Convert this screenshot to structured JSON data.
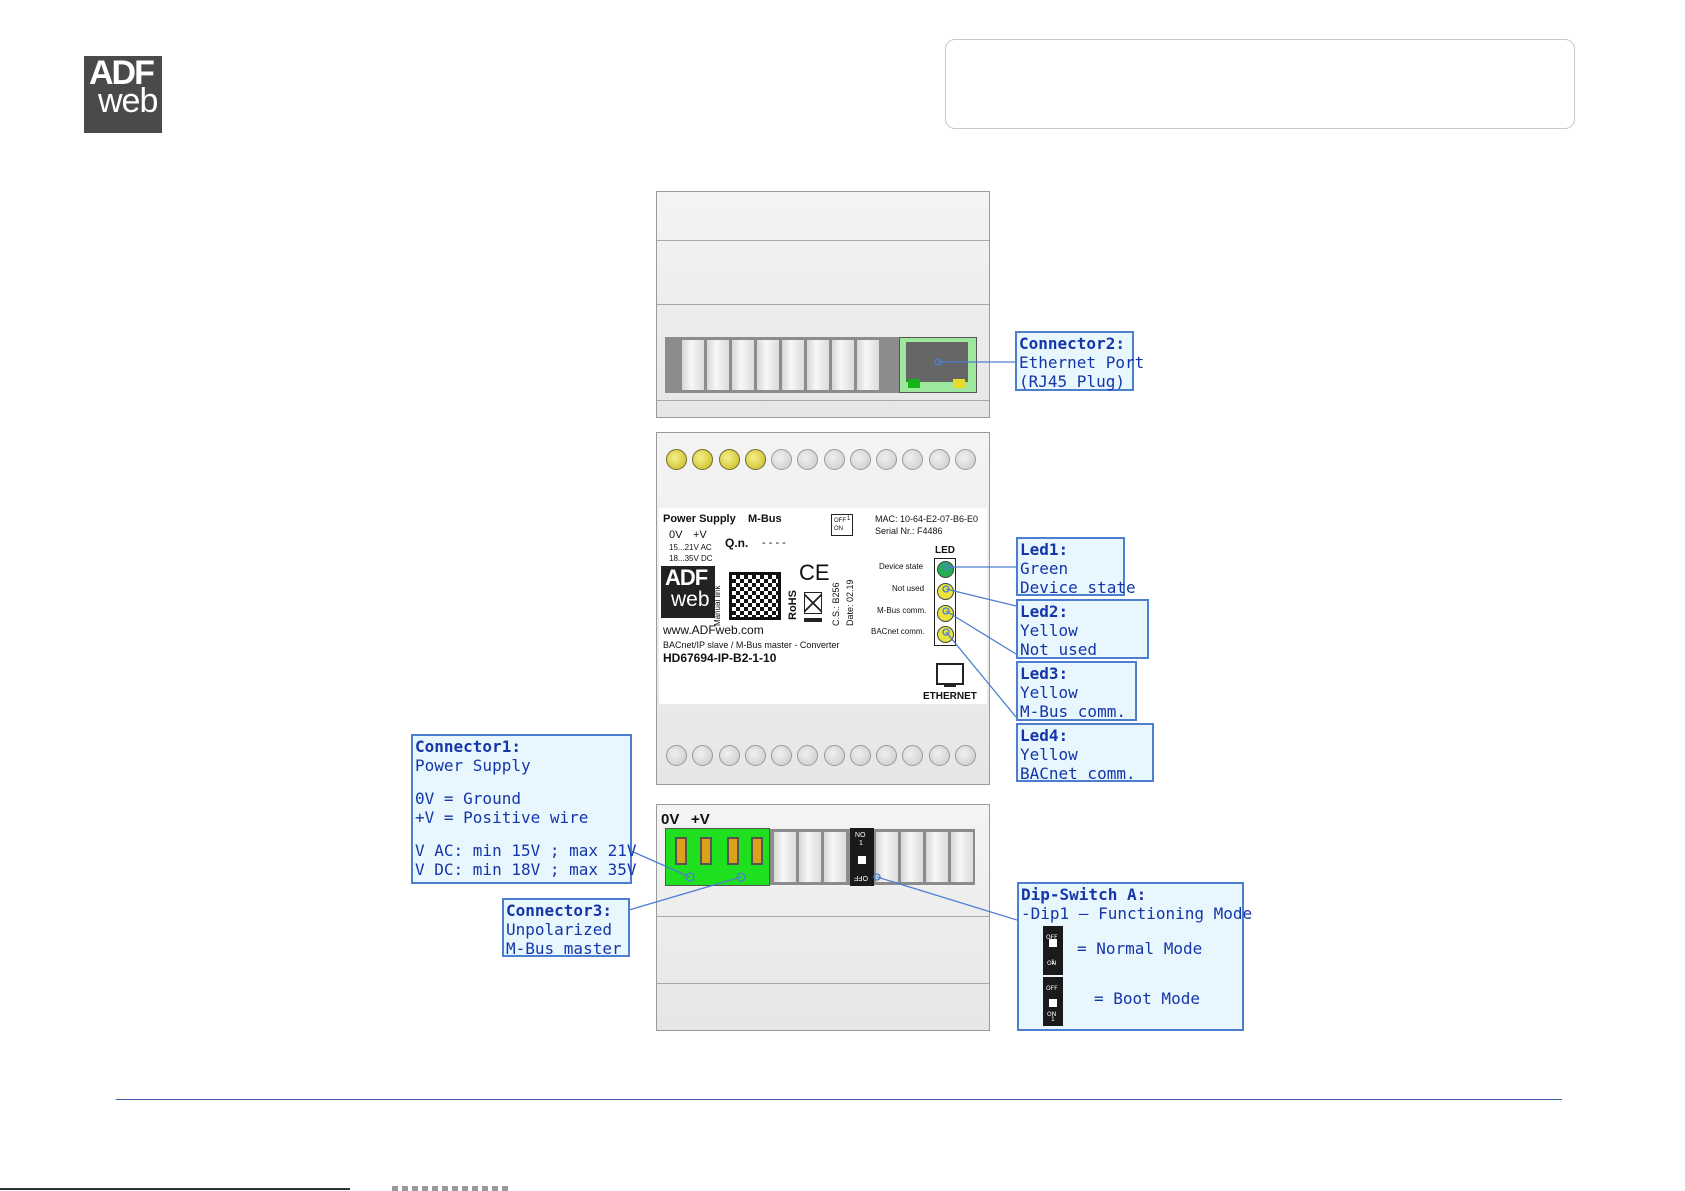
{
  "logo": {
    "line1": "ADF",
    "line2": "web"
  },
  "device_label": {
    "power_supply": "Power Supply",
    "mbus": "M-Bus",
    "zero_v": "0V",
    "plus_v": "+V",
    "ac_range": "15...21V AC",
    "dc_range": "18...35V DC",
    "qn": "Q.n.",
    "qn_value": "- - - -",
    "dip_off": "OFF",
    "dip_one": "1",
    "dip_on": "ON",
    "mac": "MAC: 10-64-E2-07-B6-E0",
    "serial": "Serial Nr.: F4486",
    "led_header": "LED",
    "led_rows": [
      "Device state",
      "Not used",
      "M-Bus comm.",
      "BACnet comm."
    ],
    "manual_link": "Manual link",
    "ce": "CE",
    "rohs": "RoHS",
    "cs": "C.S.: B256",
    "date": "Date: 02.19",
    "website": "www.ADFweb.com",
    "description": "BACnet/IP slave / M-Bus master - Converter",
    "part_number": "HD67694-IP-B2-1-10",
    "ethernet": "ETHERNET"
  },
  "terminal_labels": {
    "zero_v": "0V",
    "plus_v": "+V"
  },
  "main_dip": {
    "on": "ON",
    "one": "1",
    "off": "OFF"
  },
  "callouts": {
    "connector2": {
      "title": "Connector2:",
      "lines": [
        "Ethernet Port",
        "(RJ45 Plug)"
      ]
    },
    "led1": {
      "title": "Led1:",
      "lines": [
        "Green",
        "Device state"
      ]
    },
    "led2": {
      "title": "Led2:",
      "lines": [
        "Yellow",
        "Not used"
      ]
    },
    "led3": {
      "title": "Led3:",
      "lines": [
        "Yellow",
        "M-Bus comm."
      ]
    },
    "led4": {
      "title": "Led4:",
      "lines": [
        "Yellow",
        "BACnet comm."
      ]
    },
    "connector1": {
      "title": "Connector1:",
      "lines": [
        "Power Supply",
        "0V = Ground",
        "+V = Positive wire",
        "V AC: min 15V ; max 21V",
        "V DC: min 18V ; max 35V"
      ]
    },
    "connector3": {
      "title": "Connector3:",
      "lines": [
        "Unpolarized",
        "M-Bus master"
      ]
    },
    "dip_switch": {
      "title": "Dip-Switch A:",
      "subtitle": "-Dip1 – Functioning Mode",
      "normal": "= Normal Mode",
      "boot": "= Boot Mode",
      "off": "OFF",
      "one": "1",
      "on": "ON"
    }
  },
  "colors": {
    "callout_border": "#4d7fd1",
    "callout_fill": "#e8f6fd",
    "callout_text": "#1436a8",
    "led_green": "#22b14c",
    "led_yellow": "#ebe43b",
    "connector_green": "#1ee01e"
  }
}
